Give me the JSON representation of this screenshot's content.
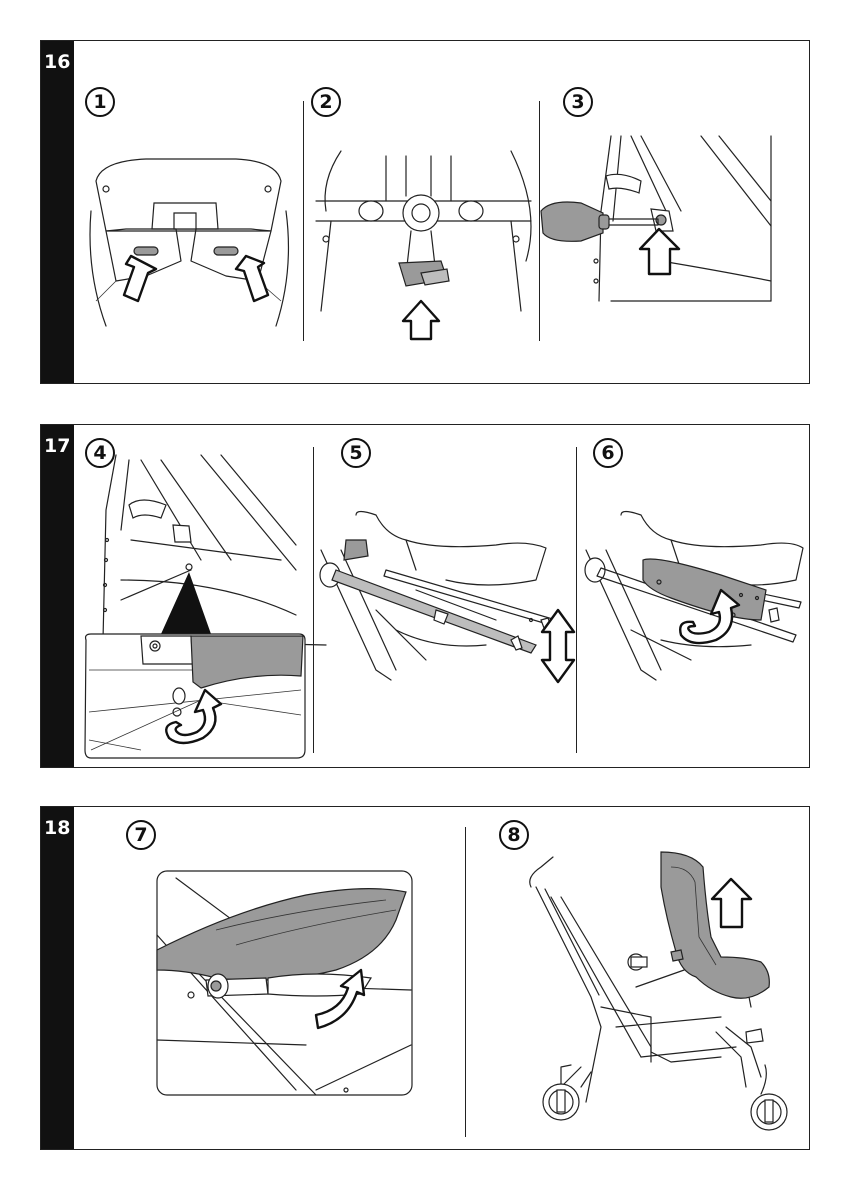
{
  "panels": [
    {
      "number": "16",
      "steps": [
        "1",
        "2",
        "3"
      ]
    },
    {
      "number": "17",
      "steps": [
        "4",
        "5",
        "6"
      ]
    },
    {
      "number": "18",
      "steps": [
        "7",
        "8"
      ]
    }
  ],
  "colors": {
    "frame": "#111111",
    "fabric": "#9a9a9a",
    "background": "#ffffff"
  },
  "icons": [
    "up-arrow-icon",
    "double-vertical-arrow-icon",
    "curved-arrow-icon",
    "rotate-arrow-icon"
  ]
}
